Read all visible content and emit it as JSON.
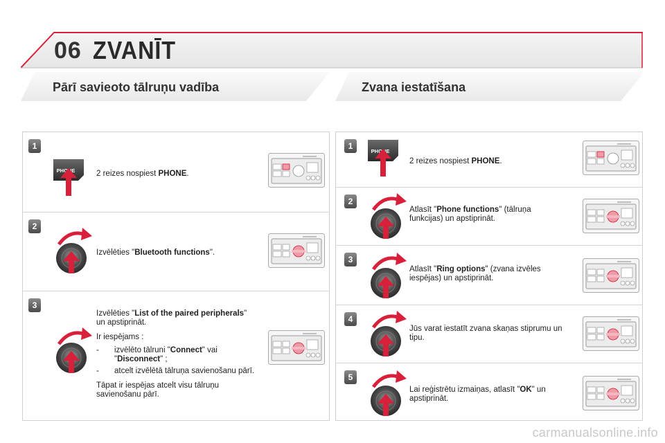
{
  "header": {
    "chapter_number": "06",
    "chapter_title": "ZVANĪT"
  },
  "left": {
    "title": "Pārī savieoto tālruņu vadība",
    "steps": [
      {
        "num": "1",
        "icon": "phone",
        "pre": "2 reizes nospiest ",
        "bold": "PHONE",
        "post": "."
      },
      {
        "num": "2",
        "icon": "dial",
        "pre": "Izvēlēties \"",
        "bold": "Bluetooth functions",
        "post": "\"."
      },
      {
        "num": "3",
        "icon": "dial",
        "line1_pre": "Izvēlēties \"",
        "line1_bold": "List of the paired peripherals",
        "line1_post": "\" un apstiprināt.",
        "intro": "Ir iespējams :",
        "bullet1_pre": "izvēlēto tālruni \"",
        "bullet1_b1": "Connect",
        "bullet1_mid": "\" vai \"",
        "bullet1_b2": "Disconnect",
        "bullet1_post": "\" ;",
        "bullet2": "atcelt izvēlētā tālruņa savienošanu pārī.",
        "outro": "Tāpat ir iespējas atcelt visu tālruņu savienošanu pārī.",
        "dash": "-"
      }
    ]
  },
  "right": {
    "title": "Zvana iestatīšana",
    "steps": [
      {
        "num": "1",
        "pre": "2 reizes nospiest ",
        "bold": "PHONE",
        "post": "."
      },
      {
        "num": "2",
        "pre": "Atlasīt \"",
        "bold": "Phone functions",
        "post": "\" (tālruņa funkcijas) un apstiprināt."
      },
      {
        "num": "3",
        "pre": "Atlasīt \"",
        "bold": "Ring options",
        "post": "\" (zvana izvēles iespējas) un apstiprināt."
      },
      {
        "num": "4",
        "pre": "Jūs varat iestatīt zvana skaņas stiprumu un tipu.",
        "bold": "",
        "post": ""
      },
      {
        "num": "5",
        "pre": "Lai reģistrētu izmaiņas, atlasīt \"",
        "bold": "OK",
        "post": "\" un apstiprināt."
      }
    ]
  },
  "icons": {
    "phone_label": "PHONE"
  },
  "colors": {
    "accent": "#d8203a",
    "badge": "#5a5a5a"
  },
  "watermark": "carmanualsonline.info"
}
